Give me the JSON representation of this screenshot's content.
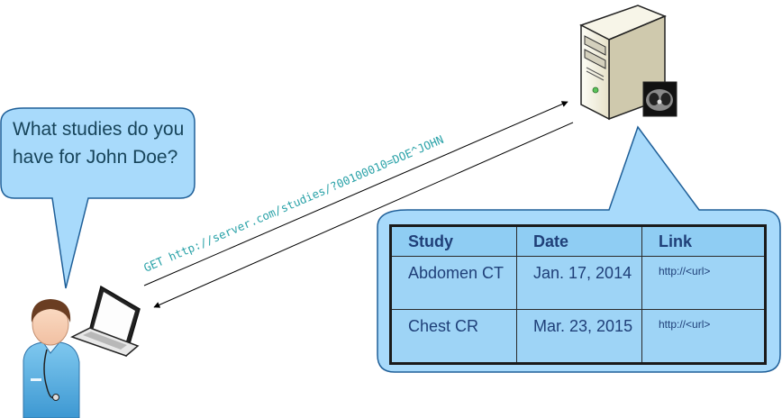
{
  "bubble": {
    "question": "What studies do you have for John Doe?"
  },
  "request": {
    "text": "GET http://server.com/studies/?00100010=DOE^JOHN"
  },
  "table": {
    "headers": [
      "Study",
      "Date",
      "Link"
    ],
    "rows": [
      {
        "study": "Abdomen CT",
        "date": "Jan. 17, 2014",
        "link": "http://<url>"
      },
      {
        "study": "Chest CR",
        "date": "Mar. 23, 2015",
        "link": "http://<url>"
      }
    ]
  },
  "icons": {
    "user": "doctor-user-icon",
    "laptop": "laptop-icon",
    "server": "server-tower-icon",
    "scan": "ct-scan-thumbnail-icon"
  },
  "colors": {
    "bubble_fill": "#a8dafb",
    "bubble_stroke": "#1f5f98",
    "table_fill": "#9ed4f6",
    "request_text": "#2aa2a8"
  }
}
